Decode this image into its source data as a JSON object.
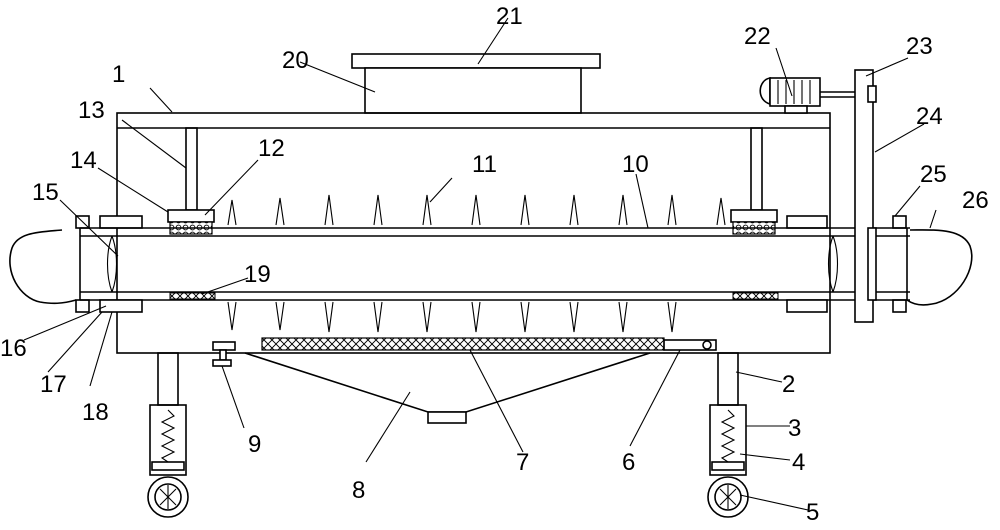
{
  "diagram": {
    "labels": [
      {
        "id": "label-1",
        "text": "1"
      },
      {
        "id": "label-2",
        "text": "2"
      },
      {
        "id": "label-3",
        "text": "3"
      },
      {
        "id": "label-4",
        "text": "4"
      },
      {
        "id": "label-5",
        "text": "5"
      },
      {
        "id": "label-6",
        "text": "6"
      },
      {
        "id": "label-7",
        "text": "7"
      },
      {
        "id": "label-8",
        "text": "8"
      },
      {
        "id": "label-9",
        "text": "9"
      },
      {
        "id": "label-10",
        "text": "10"
      },
      {
        "id": "label-11",
        "text": "11"
      },
      {
        "id": "label-12",
        "text": "12"
      },
      {
        "id": "label-13",
        "text": "13"
      },
      {
        "id": "label-14",
        "text": "14"
      },
      {
        "id": "label-15",
        "text": "15"
      },
      {
        "id": "label-16",
        "text": "16"
      },
      {
        "id": "label-17",
        "text": "17"
      },
      {
        "id": "label-18",
        "text": "18"
      },
      {
        "id": "label-19",
        "text": "19"
      },
      {
        "id": "label-20",
        "text": "20"
      },
      {
        "id": "label-21",
        "text": "21"
      },
      {
        "id": "label-22",
        "text": "22"
      },
      {
        "id": "label-23",
        "text": "23"
      },
      {
        "id": "label-24",
        "text": "24"
      },
      {
        "id": "label-25",
        "text": "25"
      },
      {
        "id": "label-26",
        "text": "26"
      }
    ]
  }
}
